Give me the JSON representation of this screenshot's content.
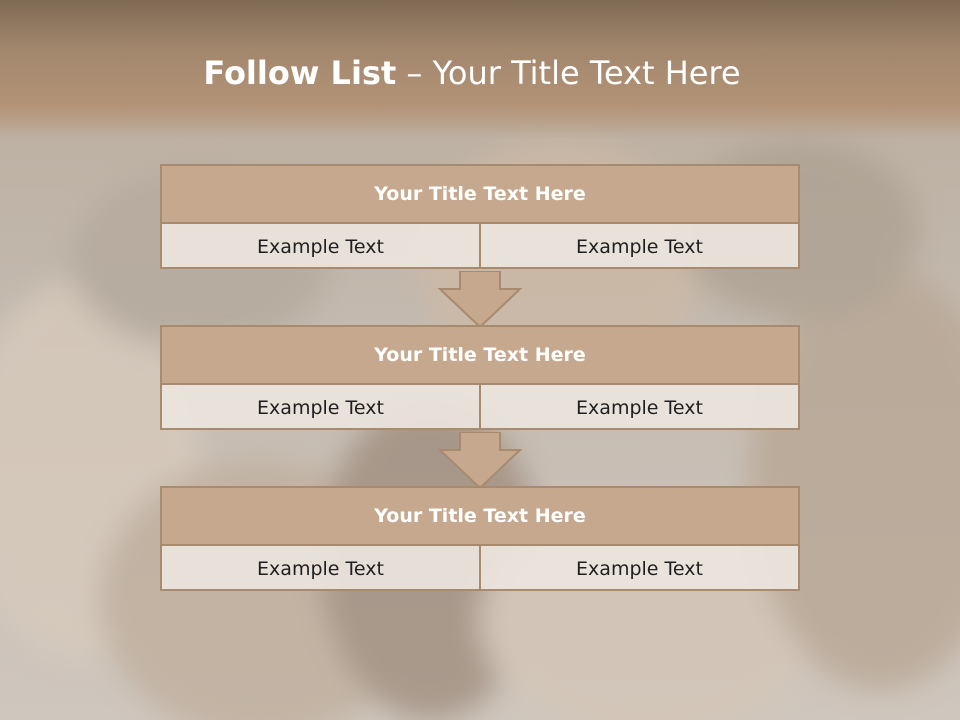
{
  "slide": {
    "title_bold": "Follow List",
    "title_rest": " – Your Title Text Here"
  },
  "steps": [
    {
      "title": "Your Title Text Here",
      "left": "Example Text",
      "right": "Example Text"
    },
    {
      "title": "Your Title Text Here",
      "left": "Example Text",
      "right": "Example Text"
    },
    {
      "title": "Your Title Text Here",
      "left": "Example Text",
      "right": "Example Text"
    }
  ],
  "colors": {
    "accent": "#a88a6e",
    "header_fill": "#c6a88e",
    "cell_fill": "#ece5de",
    "title_band": "#a2876d"
  }
}
